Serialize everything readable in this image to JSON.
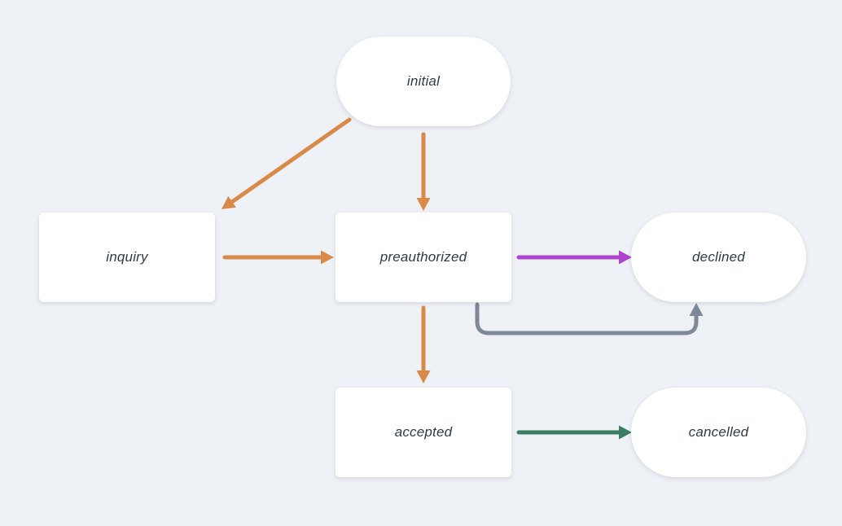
{
  "diagram": {
    "type": "state-machine",
    "states": {
      "initial": {
        "label": "initial",
        "shape": "pill"
      },
      "inquiry": {
        "label": "inquiry",
        "shape": "rect"
      },
      "preauthorized": {
        "label": "preauthorized",
        "shape": "rect"
      },
      "declined": {
        "label": "declined",
        "shape": "pill"
      },
      "accepted": {
        "label": "accepted",
        "shape": "rect"
      },
      "cancelled": {
        "label": "cancelled",
        "shape": "pill"
      }
    },
    "transitions": [
      {
        "from": "initial",
        "to": "inquiry",
        "color": "#D98A49"
      },
      {
        "from": "initial",
        "to": "preauthorized",
        "color": "#D98A49"
      },
      {
        "from": "inquiry",
        "to": "preauthorized",
        "color": "#D98A49"
      },
      {
        "from": "preauthorized",
        "to": "declined",
        "color": "#AD44CF"
      },
      {
        "from": "preauthorized",
        "to": "declined",
        "color": "#7E8899"
      },
      {
        "from": "preauthorized",
        "to": "accepted",
        "color": "#D98A49"
      },
      {
        "from": "accepted",
        "to": "cancelled",
        "color": "#3A7D63"
      }
    ],
    "colors": {
      "background": "#EEF1F5",
      "node_fill": "#FFFFFF",
      "label_text": "#2D3A4A",
      "orange": "#D98A49",
      "purple": "#AD44CF",
      "green": "#3A7D63",
      "gray": "#7E8899"
    }
  }
}
